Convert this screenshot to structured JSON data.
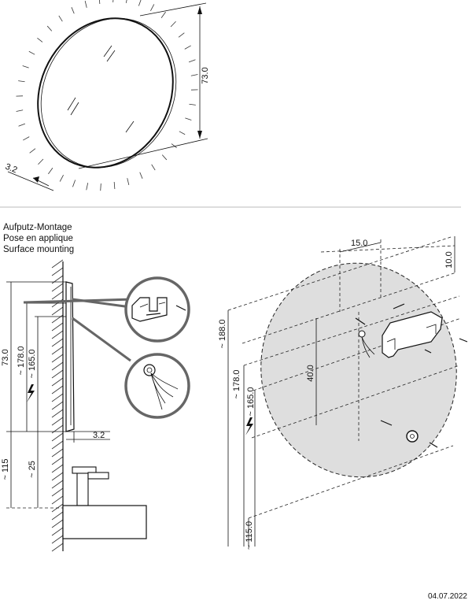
{
  "mounting": {
    "title_de": "Aufputz-Montage",
    "title_fr": "Pose en applique",
    "title_en": "Surface mounting"
  },
  "top_view": {
    "height": "73.0",
    "depth": "3.2"
  },
  "side_view": {
    "overall_height": "73.0",
    "connection_height": "~ 178.0",
    "bracket_height": "~ 165.0",
    "floor_offset": "~ 115",
    "basin_offset": "~ 25",
    "depth": "3.2"
  },
  "front_view": {
    "bracket_spacing": "15.0",
    "top_offset": "10.0",
    "mirror_top": "~ 188.0",
    "connection_height": "~ 178.0",
    "bracket_height": "~ 165.0",
    "vertical_spacing": "40.0",
    "mirror_bottom": "~ 115.0"
  },
  "footer": {
    "date": "04.07.2022"
  }
}
